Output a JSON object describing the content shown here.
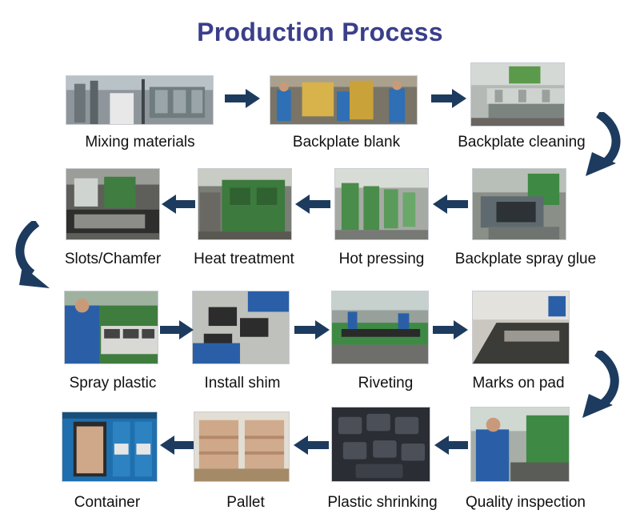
{
  "title": "Production Process",
  "colors": {
    "title": "#3b3f8a",
    "arrow": "#1d3b5e",
    "label": "#111111"
  },
  "steps": [
    {
      "label": "Mixing materials",
      "photo": "mixing-materials-photo"
    },
    {
      "label": "Backplate blank",
      "photo": "backplate-blank-photo"
    },
    {
      "label": "Backplate cleaning",
      "photo": "backplate-cleaning-photo"
    },
    {
      "label": "Backplate spray glue",
      "photo": "backplate-spray-glue-photo"
    },
    {
      "label": "Hot pressing",
      "photo": "hot-pressing-photo"
    },
    {
      "label": "Heat treatment",
      "photo": "heat-treatment-photo"
    },
    {
      "label": "Slots/Chamfer",
      "photo": "slots-chamfer-photo"
    },
    {
      "label": "Spray plastic",
      "photo": "spray-plastic-photo"
    },
    {
      "label": "Install shim",
      "photo": "install-shim-photo"
    },
    {
      "label": "Riveting",
      "photo": "riveting-photo"
    },
    {
      "label": "Marks on pad",
      "photo": "marks-on-pad-photo"
    },
    {
      "label": "Quality inspection",
      "photo": "quality-inspection-photo"
    },
    {
      "label": "Plastic shrinking",
      "photo": "plastic-shrinking-photo"
    },
    {
      "label": "Pallet",
      "photo": "pallet-photo"
    },
    {
      "label": "Container",
      "photo": "container-photo"
    }
  ],
  "flow": [
    {
      "from": 0,
      "to": 1,
      "icon": "arrow-right-icon"
    },
    {
      "from": 1,
      "to": 2,
      "icon": "arrow-right-icon"
    },
    {
      "from": 2,
      "to": 3,
      "icon": "curved-arrow-down-icon"
    },
    {
      "from": 3,
      "to": 4,
      "icon": "arrow-left-icon"
    },
    {
      "from": 4,
      "to": 5,
      "icon": "arrow-left-icon"
    },
    {
      "from": 5,
      "to": 6,
      "icon": "arrow-left-icon"
    },
    {
      "from": 6,
      "to": 7,
      "icon": "curved-arrow-down-icon"
    },
    {
      "from": 7,
      "to": 8,
      "icon": "arrow-right-icon"
    },
    {
      "from": 8,
      "to": 9,
      "icon": "arrow-right-icon"
    },
    {
      "from": 9,
      "to": 10,
      "icon": "arrow-right-icon"
    },
    {
      "from": 10,
      "to": 11,
      "icon": "curved-arrow-down-icon"
    },
    {
      "from": 11,
      "to": 12,
      "icon": "arrow-left-icon"
    },
    {
      "from": 12,
      "to": 13,
      "icon": "arrow-left-icon"
    },
    {
      "from": 13,
      "to": 14,
      "icon": "arrow-left-icon"
    }
  ]
}
